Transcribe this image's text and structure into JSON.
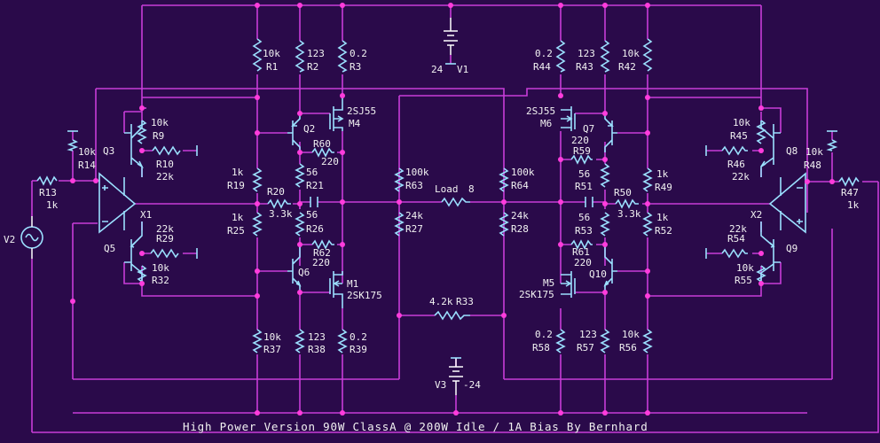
{
  "colors": {
    "background": "#2a0a4a",
    "wire": "#c83cd8",
    "component": "#9be0ff",
    "node": "#ff3cdc",
    "text": "#f2f2f2"
  },
  "title": "High Power Version 90W ClassA @ 200W Idle / 1A Bias By Bernhard",
  "left": {
    "R1": {
      "name": "R1",
      "value": "10k"
    },
    "R2": {
      "name": "R2",
      "value": "123"
    },
    "R3": {
      "name": "R3",
      "value": "0.2"
    },
    "R9": {
      "name": "R9",
      "value": "10k"
    },
    "R10": {
      "name": "R10",
      "value": "22k"
    },
    "R13": {
      "name": "R13",
      "value": "1k"
    },
    "R14": {
      "name": "R14",
      "value": "10k"
    },
    "R19": {
      "name": "R19",
      "value": "1k"
    },
    "R20": {
      "name": "R20",
      "value": "3.3k"
    },
    "R21": {
      "name": "R21",
      "value": "56"
    },
    "R25": {
      "name": "R25",
      "value": "1k"
    },
    "R26": {
      "name": "R26",
      "value": "56"
    },
    "R29": {
      "name": "R29",
      "value": "22k"
    },
    "R32": {
      "name": "R32",
      "value": "10k"
    },
    "R60": {
      "name": "R60",
      "value": "220"
    },
    "R62": {
      "name": "R62",
      "value": "220"
    },
    "R63": {
      "name": "R63",
      "value": "100k"
    },
    "R27": {
      "name": "R27",
      "value": "24k"
    },
    "R37": {
      "name": "R37",
      "value": "10k"
    },
    "R38": {
      "name": "R38",
      "value": "123"
    },
    "R39": {
      "name": "R39",
      "value": "0.2"
    },
    "Q2": "Q2",
    "Q3": "Q3",
    "Q5": "Q5",
    "Q6": "Q6",
    "X1": "X1",
    "V2": "V2",
    "M4": {
      "name": "M4",
      "part": "2SJ55"
    },
    "M1": {
      "name": "M1",
      "part": "2SK175"
    }
  },
  "right": {
    "R42": {
      "name": "R42",
      "value": "10k"
    },
    "R43": {
      "name": "R43",
      "value": "123"
    },
    "R44": {
      "name": "R44",
      "value": "0.2"
    },
    "R45": {
      "name": "R45",
      "value": "10k"
    },
    "R46": {
      "name": "R46",
      "value": "22k"
    },
    "R47": {
      "name": "R47",
      "value": "1k"
    },
    "R48": {
      "name": "R48",
      "value": "10k"
    },
    "R49": {
      "name": "R49",
      "value": "1k"
    },
    "R50": {
      "name": "R50",
      "value": "3.3k"
    },
    "R51": {
      "name": "R51",
      "value": "56"
    },
    "R52": {
      "name": "R52",
      "value": "1k"
    },
    "R53": {
      "name": "R53",
      "value": "56"
    },
    "R54": {
      "name": "R54",
      "value": "22k"
    },
    "R55": {
      "name": "R55",
      "value": "10k"
    },
    "R59": {
      "name": "R59",
      "value": "220"
    },
    "R61": {
      "name": "R61",
      "value": "220"
    },
    "R64": {
      "name": "R64",
      "value": "100k"
    },
    "R28": {
      "name": "R28",
      "value": "24k"
    },
    "R56": {
      "name": "R56",
      "value": "10k"
    },
    "R57": {
      "name": "R57",
      "value": "123"
    },
    "R58": {
      "name": "R58",
      "value": "0.2"
    },
    "Q7": "Q7",
    "Q8": "Q8",
    "Q9": "Q9",
    "Q10": "Q10",
    "X2": "X2",
    "M6": {
      "name": "M6",
      "part": "2SJ55"
    },
    "M5": {
      "name": "M5",
      "part": "2SK175"
    }
  },
  "center": {
    "V1": {
      "name": "V1",
      "value": "24"
    },
    "V3": {
      "name": "V3",
      "value": "-24"
    },
    "load": {
      "name": "Load",
      "value": "8"
    },
    "R33": {
      "name": "R33",
      "value": "4.2k"
    }
  }
}
